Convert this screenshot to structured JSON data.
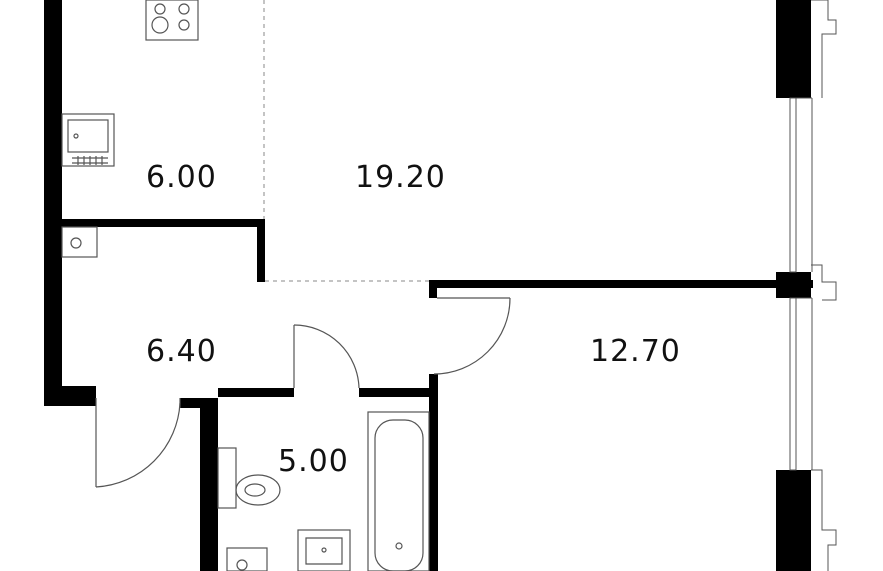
{
  "rooms": {
    "kitchen": {
      "area": "6.00"
    },
    "living": {
      "area": "19.20"
    },
    "hall": {
      "area": "6.40"
    },
    "bathroom": {
      "area": "5.00"
    },
    "bedroom": {
      "area": "12.70"
    }
  },
  "colors": {
    "wall": "#000000",
    "line": "#555555",
    "background": "#ffffff"
  }
}
